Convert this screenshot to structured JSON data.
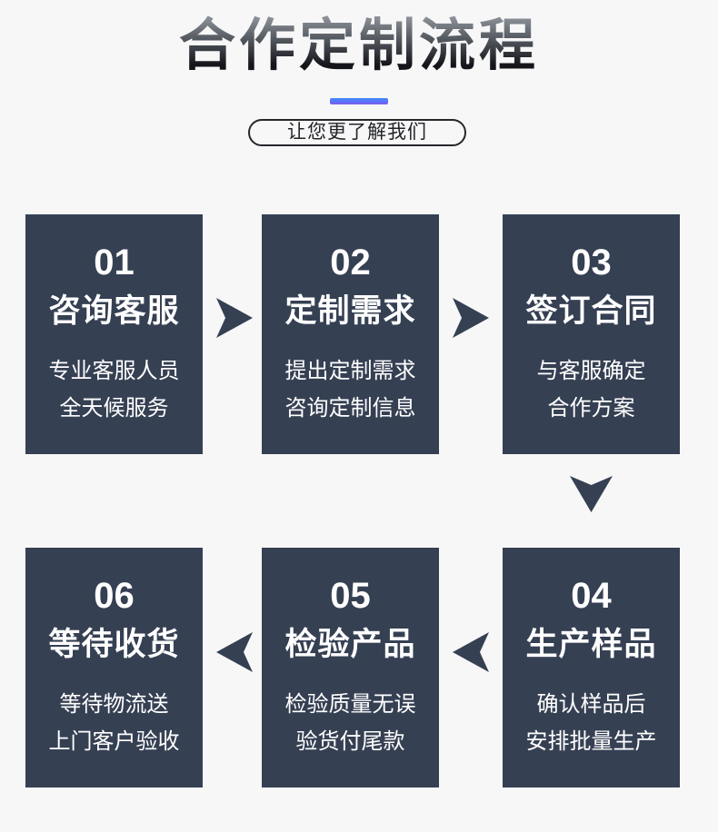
{
  "header": {
    "title": "合作定制流程",
    "subtitle": "让您更了解我们"
  },
  "colors": {
    "background": "#f7f7f8",
    "card": "#364053",
    "arrow": "#364053",
    "card_text": "#ffffff",
    "accent_underline_top": "#3e8bff",
    "accent_underline_bottom": "#7a5bef",
    "title_gradient_top": "#989da4",
    "title_gradient_bottom": "#14151a",
    "pill_border": "#26272b"
  },
  "steps": [
    {
      "number": "01",
      "title": "咨询客服",
      "lines": [
        "专业客服人员",
        "全天候服务"
      ]
    },
    {
      "number": "02",
      "title": "定制需求",
      "lines": [
        "提出定制需求",
        "咨询定制信息"
      ]
    },
    {
      "number": "03",
      "title": "签订合同",
      "lines": [
        "与客服确定",
        "合作方案"
      ]
    },
    {
      "number": "04",
      "title": "生产样品",
      "lines": [
        "确认样品后",
        "安排批量生产"
      ]
    },
    {
      "number": "05",
      "title": "检验产品",
      "lines": [
        "检验质量无误",
        "验货付尾款"
      ]
    },
    {
      "number": "06",
      "title": "等待收货",
      "lines": [
        "等待物流送",
        "上门客户验收"
      ]
    }
  ]
}
